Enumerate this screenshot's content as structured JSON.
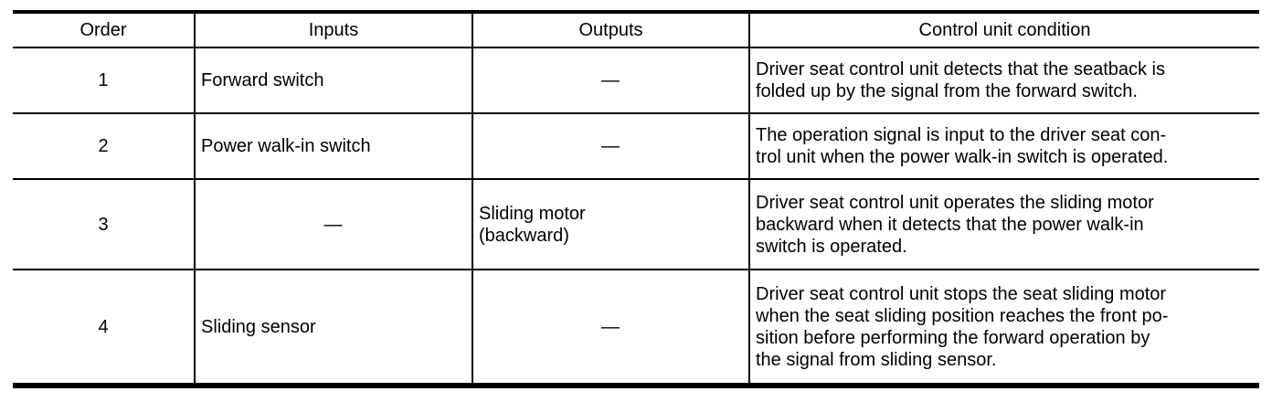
{
  "table": {
    "headers": {
      "order": "Order",
      "inputs": "Inputs",
      "outputs": "Outputs",
      "condition": "Control unit condition"
    },
    "rows": [
      {
        "order": "1",
        "inputs": "Forward switch",
        "outputs": "—",
        "condition": "Driver seat control unit detects that the seatback is\nfolded up by the signal from the forward switch."
      },
      {
        "order": "2",
        "inputs": "Power walk-in switch",
        "outputs": "—",
        "condition": "The operation signal is input to the driver seat con-\ntrol unit when the power walk-in switch is operated."
      },
      {
        "order": "3",
        "inputs": "—",
        "outputs": "Sliding motor\n(backward)",
        "condition": "Driver seat control unit operates the sliding motor\nbackward when it detects that the power walk-in\nswitch is operated."
      },
      {
        "order": "4",
        "inputs": "Sliding sensor",
        "outputs": "—",
        "condition": "Driver seat control unit stops the seat sliding motor\nwhen the seat sliding position reaches the front po-\nsition before performing the forward operation by\nthe signal from sliding sensor."
      }
    ]
  },
  "colors": {
    "border": "#000000",
    "text": "#000000",
    "background": "#ffffff"
  }
}
